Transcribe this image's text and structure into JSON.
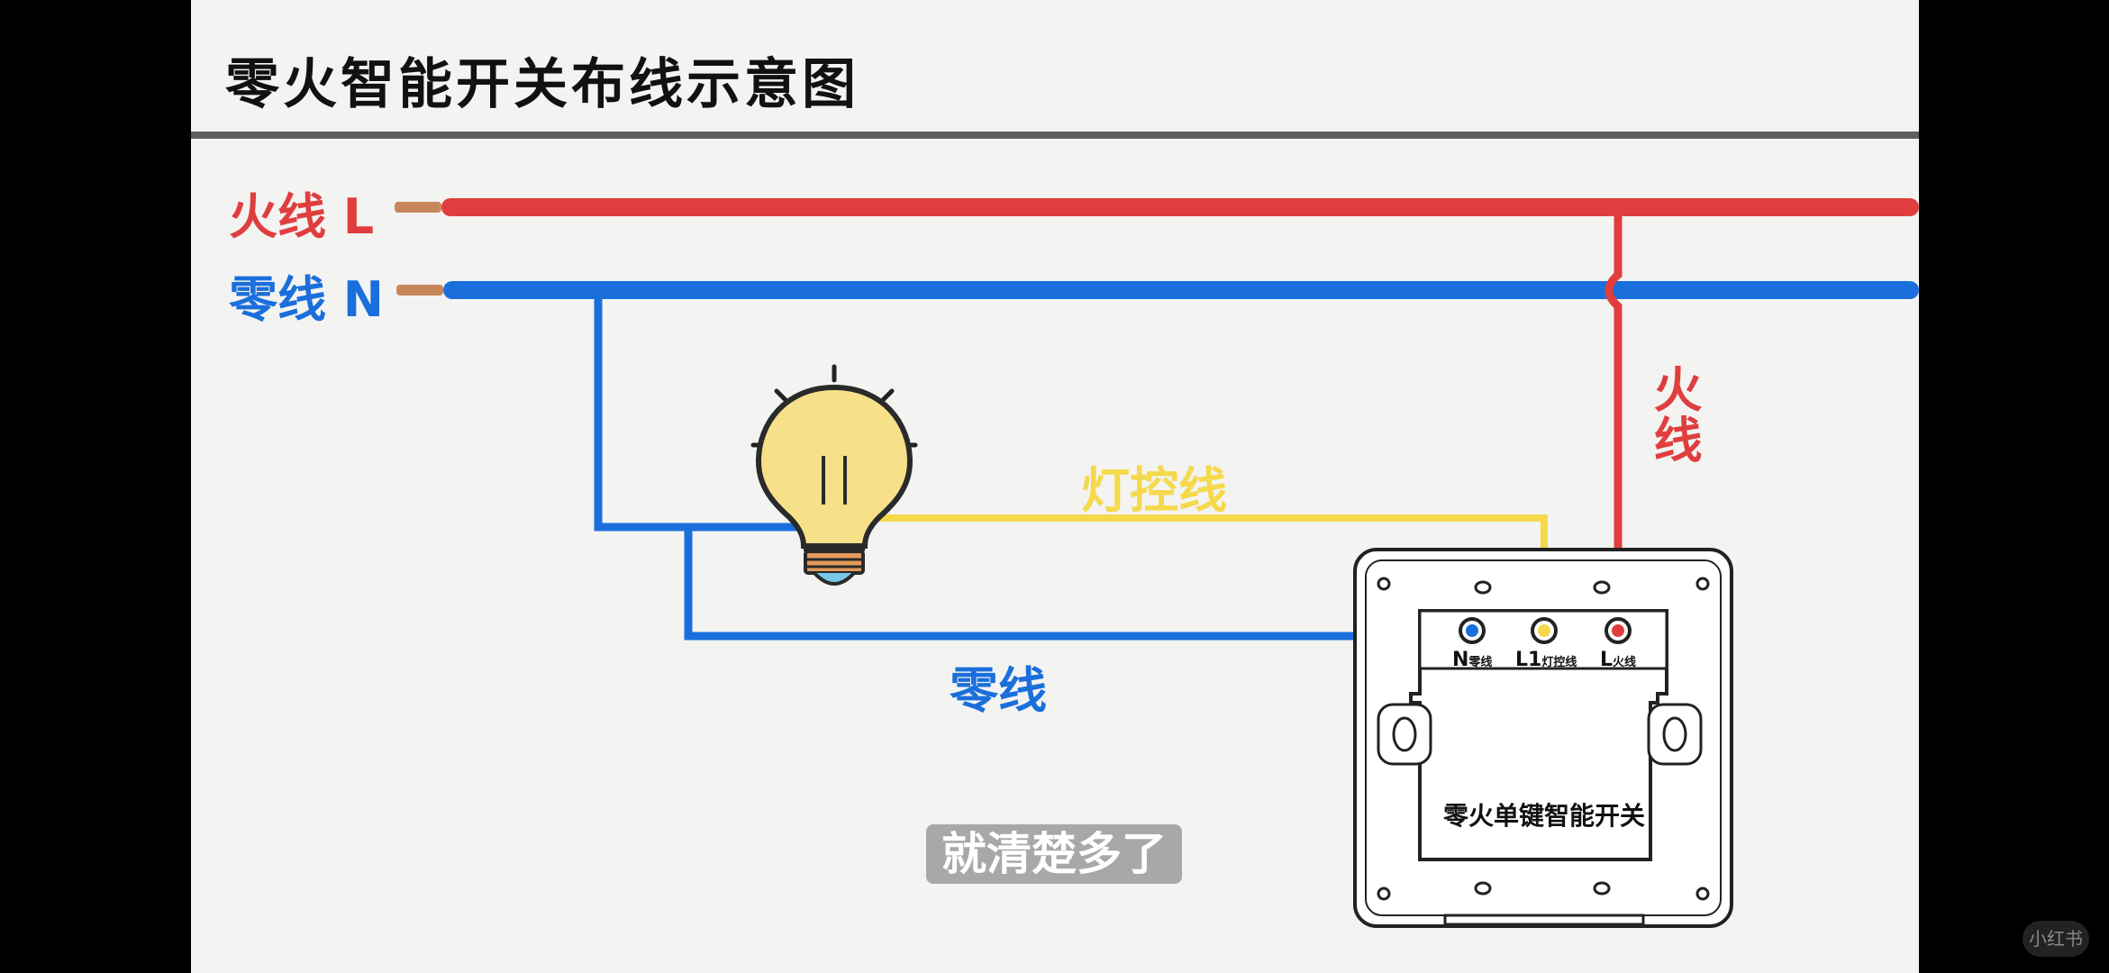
{
  "title": "零火智能开关布线示意图",
  "wires": {
    "live_main": "火线 L",
    "neutral_main": "零线 N",
    "live_vertical": "火线",
    "lamp_control": "灯控线",
    "neutral_bottom": "零线"
  },
  "switch": {
    "name": "零火单键智能开关",
    "terminal_n_letter": "N",
    "terminal_n_sub": "零线",
    "terminal_l1_letter": "L1",
    "terminal_l1_sub": "灯控线",
    "terminal_l_letter": "L",
    "terminal_l_sub": "火线"
  },
  "subtitle": "就清楚多了",
  "watermark": "小红书",
  "colors": {
    "live": "#e03e3e",
    "neutral": "#1a6fdc",
    "control": "#f5d94a",
    "panel_bg": "#f3f3f1"
  },
  "icons": {
    "bulb": "light-bulb-icon",
    "wire_tip": "copper-wire-tip-icon"
  }
}
